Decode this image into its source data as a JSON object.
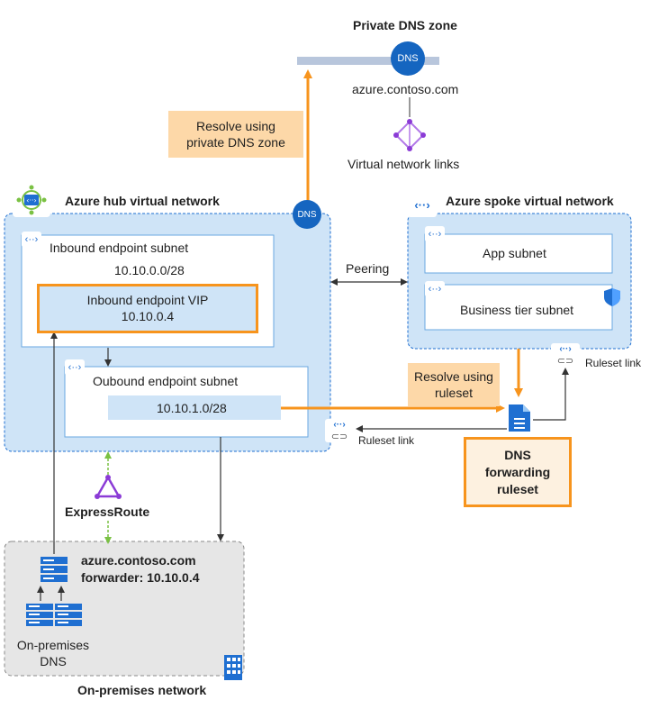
{
  "private_dns_zone": {
    "title": "Private DNS zone",
    "dns_badge": "DNS",
    "domain": "azure.contoso.com",
    "links_label": "Virtual network links"
  },
  "callouts": {
    "resolve_private": "Resolve using\nprivate DNS zone",
    "resolve_ruleset": "Resolve using\nruleset"
  },
  "hub": {
    "title": "Azure hub virtual network",
    "dns_badge": "DNS",
    "inbound_subnet_label": "Inbound endpoint subnet",
    "inbound_subnet_cidr": "10.10.0.0/28",
    "inbound_vip_label": "Inbound endpoint VIP",
    "inbound_vip_ip": "10.10.0.4",
    "outbound_subnet_label": "Oubound endpoint subnet",
    "outbound_subnet_cidr": "10.10.1.0/28"
  },
  "peering_label": "Peering",
  "spoke": {
    "title": "Azure spoke virtual network",
    "app_subnet": "App subnet",
    "business_subnet": "Business tier subnet"
  },
  "ruleset_link_right": "Ruleset link",
  "ruleset_link_left": "Ruleset link",
  "ruleset_box": "DNS\nforwarding\nruleset",
  "expressroute_label": "ExpressRoute",
  "onprem": {
    "forwarder_line1": "azure.contoso.com",
    "forwarder_line2": "forwarder: 10.10.0.4",
    "dns_label": "On-premises\nDNS",
    "network_label": "On-premises network"
  },
  "colors": {
    "azure_blue": "#1f6fd1",
    "light_blue_fill": "#cfe4f7",
    "orange": "#f7941d",
    "callout_fill": "#fdd8a8",
    "onprem_fill": "#e6e6e6",
    "dns_circle": "#1565c0",
    "purple": "#8b3bd6",
    "green": "#7ac143"
  }
}
